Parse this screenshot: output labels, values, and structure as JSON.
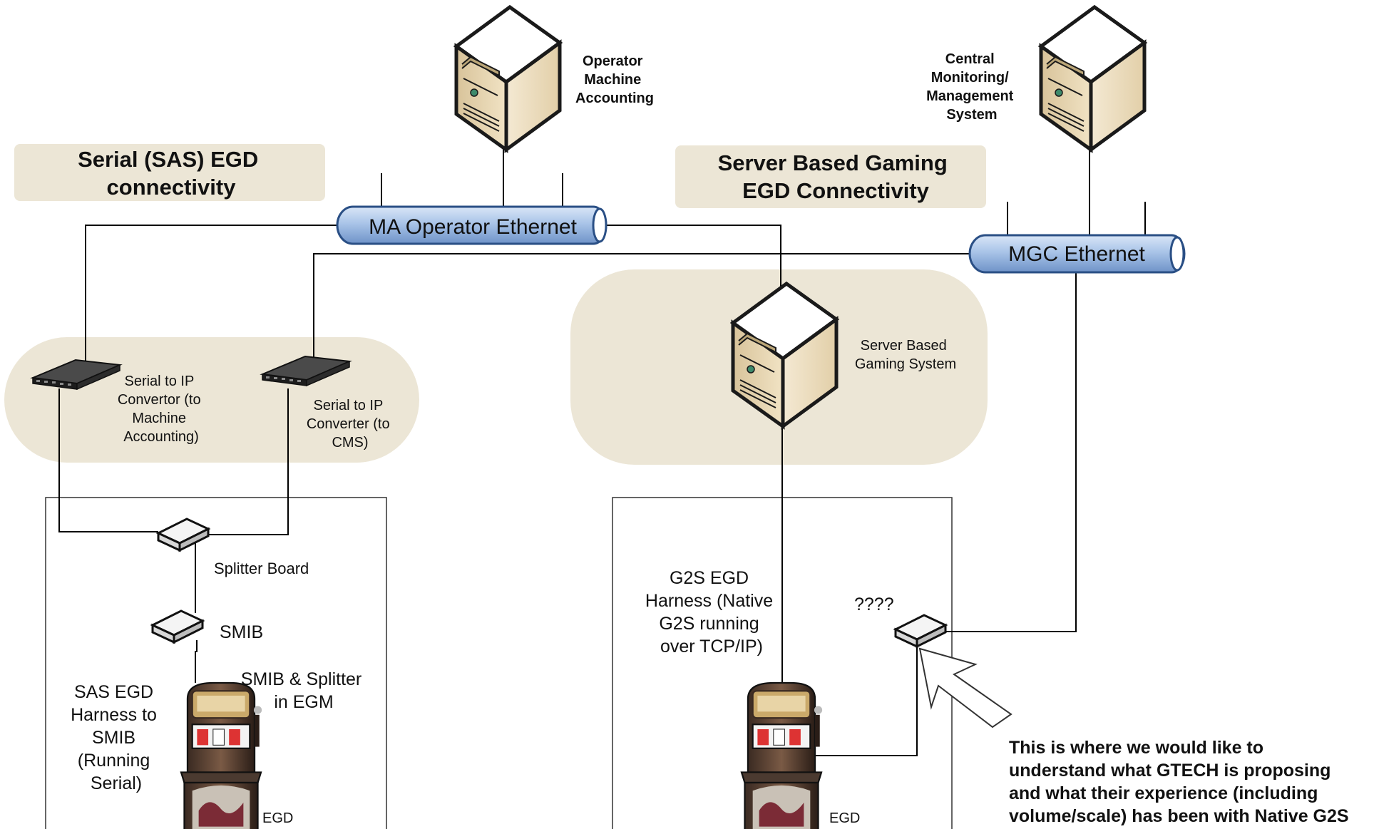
{
  "labels": {
    "operator_ma": [
      "Operator",
      "Machine",
      "Accounting"
    ],
    "cms": [
      "Central",
      "Monitoring/",
      "Management",
      "System"
    ],
    "sas_title": [
      "Serial (SAS) EGD",
      "connectivity"
    ],
    "sbg_title": [
      "Server Based Gaming",
      "EGD Connectivity"
    ],
    "ma_ethernet": "MA Operator Ethernet",
    "mgc_ethernet": "MGC Ethernet",
    "sbg_system": [
      "Server Based",
      "Gaming System"
    ],
    "conv_ma": [
      "Serial to IP",
      "Convertor (to",
      "Machine",
      "Accounting)"
    ],
    "conv_cms": [
      "Serial to IP",
      "Converter (to",
      "CMS)"
    ],
    "splitter_board": "Splitter Board",
    "smib": "SMIB",
    "smib_splitter": [
      "SMIB & Splitter",
      "in EGM"
    ],
    "sas_harness": [
      "SAS EGD",
      "Harness to",
      "SMIB",
      "(Running",
      "Serial)"
    ],
    "egd_left": "EGD",
    "g2s_harness": [
      "G2S EGD",
      "Harness (Native",
      "G2S running",
      "over TCP/IP)"
    ],
    "unknown": "????",
    "egd_right": "EGD",
    "note": [
      "This is where we would like to",
      "understand what GTECH is proposing",
      "and what their experience (including",
      "volume/scale) has been with Native G2S"
    ]
  },
  "colors": {
    "panel_fill": "#ECE6D6",
    "server_body": "#E6D4B0",
    "server_dark": "#2B2B2B",
    "pipe_fill": "#A9C4E8",
    "pipe_stroke": "#2A4F85",
    "line": "#000000"
  }
}
